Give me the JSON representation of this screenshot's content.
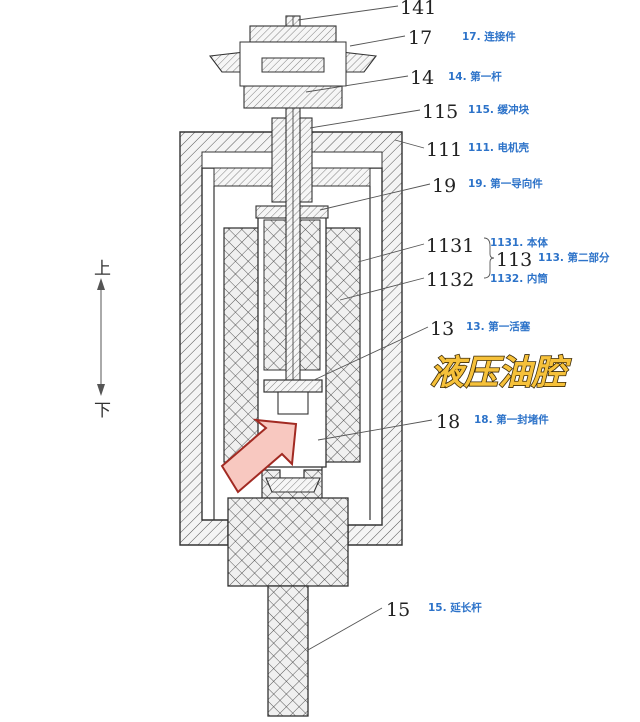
{
  "labels": [
    {
      "id": "141",
      "num": "141",
      "text": ""
    },
    {
      "id": "17",
      "num": "17",
      "text": "17. 连接件"
    },
    {
      "id": "14",
      "num": "14",
      "text": "14. 第一杆"
    },
    {
      "id": "115",
      "num": "115",
      "text": "115. 缓冲块"
    },
    {
      "id": "111",
      "num": "111",
      "text": "111. 电机壳"
    },
    {
      "id": "19",
      "num": "19",
      "text": "19. 第一导向件"
    },
    {
      "id": "1131",
      "num": "1131",
      "text": "1131. 本体"
    },
    {
      "id": "113",
      "num": "113",
      "text": "113. 第二部分"
    },
    {
      "id": "1132",
      "num": "1132",
      "text": "1132. 内筒"
    },
    {
      "id": "13",
      "num": "13",
      "text": "13. 第一活塞"
    },
    {
      "id": "18",
      "num": "18",
      "text": "18. 第一封堵件"
    },
    {
      "id": "15",
      "num": "15",
      "text": "15. 延长杆"
    }
  ],
  "direction": {
    "up": "上",
    "down": "下"
  },
  "highlight": "液压油腔",
  "colors": {
    "accent_text": "#2d73c9",
    "highlight_fill": "#f6c13a",
    "arrow_fill": "#f8c8c0",
    "arrow_stroke": "#a22a22"
  }
}
